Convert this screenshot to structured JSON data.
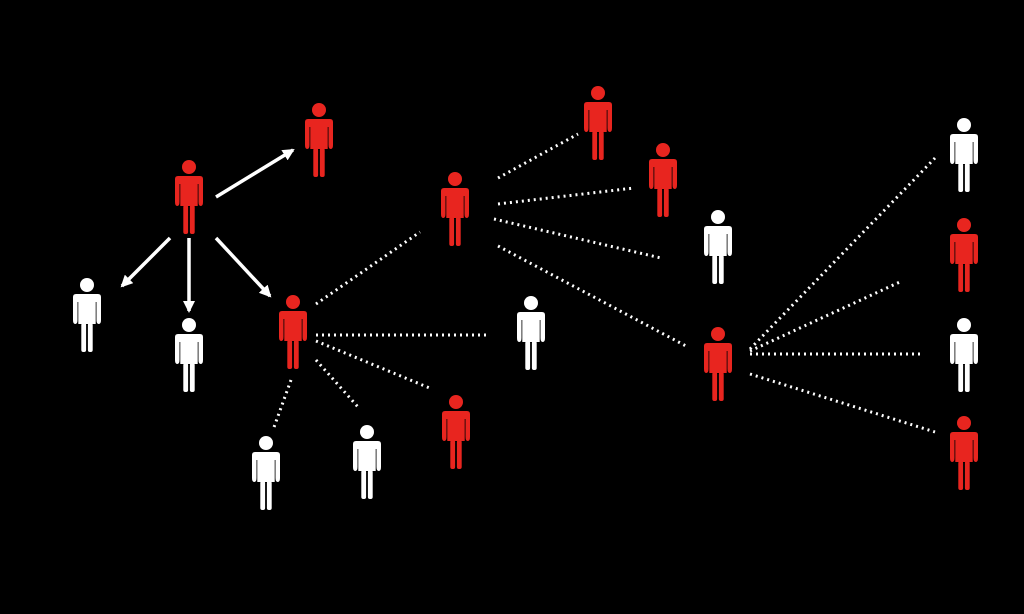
{
  "diagram": {
    "background_color": "#000000",
    "colors": {
      "infected": "#e8251f",
      "healthy": "#ffffff",
      "solid_link": "#ffffff",
      "dotted_link": "#ffffff"
    },
    "people": [
      {
        "id": "source",
        "state": "infected"
      },
      {
        "id": "direct-top",
        "state": "infected"
      },
      {
        "id": "direct-left",
        "state": "healthy"
      },
      {
        "id": "direct-mid",
        "state": "healthy"
      },
      {
        "id": "hub-left",
        "state": "infected"
      },
      {
        "id": "hub-center",
        "state": "infected"
      },
      {
        "id": "center-top-1",
        "state": "infected"
      },
      {
        "id": "center-top-2",
        "state": "infected"
      },
      {
        "id": "center-white",
        "state": "healthy"
      },
      {
        "id": "hub-left-white-right",
        "state": "healthy"
      },
      {
        "id": "hub-left-red-bottom",
        "state": "infected"
      },
      {
        "id": "hub-left-white-bottom-1",
        "state": "healthy"
      },
      {
        "id": "hub-left-white-bottom-2",
        "state": "healthy"
      },
      {
        "id": "hub-right",
        "state": "infected"
      },
      {
        "id": "right-1",
        "state": "healthy"
      },
      {
        "id": "right-2",
        "state": "infected"
      },
      {
        "id": "right-3",
        "state": "healthy"
      },
      {
        "id": "right-4",
        "state": "infected"
      }
    ],
    "links": [
      {
        "from": "source",
        "to": "direct-top",
        "style": "solid-arrow"
      },
      {
        "from": "source",
        "to": "direct-left",
        "style": "solid-arrow"
      },
      {
        "from": "source",
        "to": "direct-mid",
        "style": "solid-arrow"
      },
      {
        "from": "source",
        "to": "hub-left",
        "style": "solid-arrow"
      },
      {
        "from": "hub-left",
        "to": "hub-center",
        "style": "dotted"
      },
      {
        "from": "hub-left",
        "to": "hub-left-white-right",
        "style": "dotted"
      },
      {
        "from": "hub-left",
        "to": "hub-left-red-bottom",
        "style": "dotted"
      },
      {
        "from": "hub-left",
        "to": "hub-left-white-bottom-1",
        "style": "dotted"
      },
      {
        "from": "hub-left",
        "to": "hub-left-white-bottom-2",
        "style": "dotted"
      },
      {
        "from": "hub-center",
        "to": "center-top-1",
        "style": "dotted"
      },
      {
        "from": "hub-center",
        "to": "center-top-2",
        "style": "dotted"
      },
      {
        "from": "hub-center",
        "to": "center-white",
        "style": "dotted"
      },
      {
        "from": "hub-center",
        "to": "hub-right",
        "style": "dotted"
      },
      {
        "from": "hub-right",
        "to": "right-1",
        "style": "dotted"
      },
      {
        "from": "hub-right",
        "to": "right-2",
        "style": "dotted"
      },
      {
        "from": "hub-right",
        "to": "right-3",
        "style": "dotted"
      },
      {
        "from": "hub-right",
        "to": "right-4",
        "style": "dotted"
      }
    ]
  }
}
